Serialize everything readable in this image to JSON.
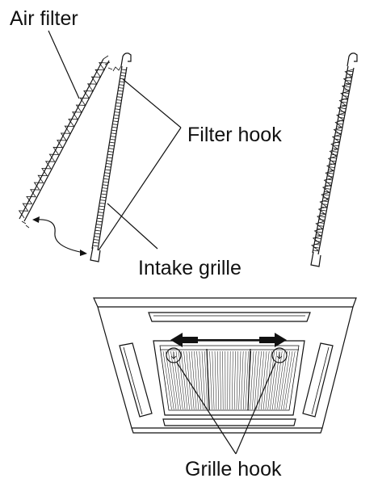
{
  "labels": {
    "air_filter": "Air filter",
    "filter_hook": "Filter hook",
    "intake_grille": "Intake grille",
    "grille_hook": "Grille hook"
  },
  "colors": {
    "ink": "#111111",
    "background": "#ffffff"
  }
}
